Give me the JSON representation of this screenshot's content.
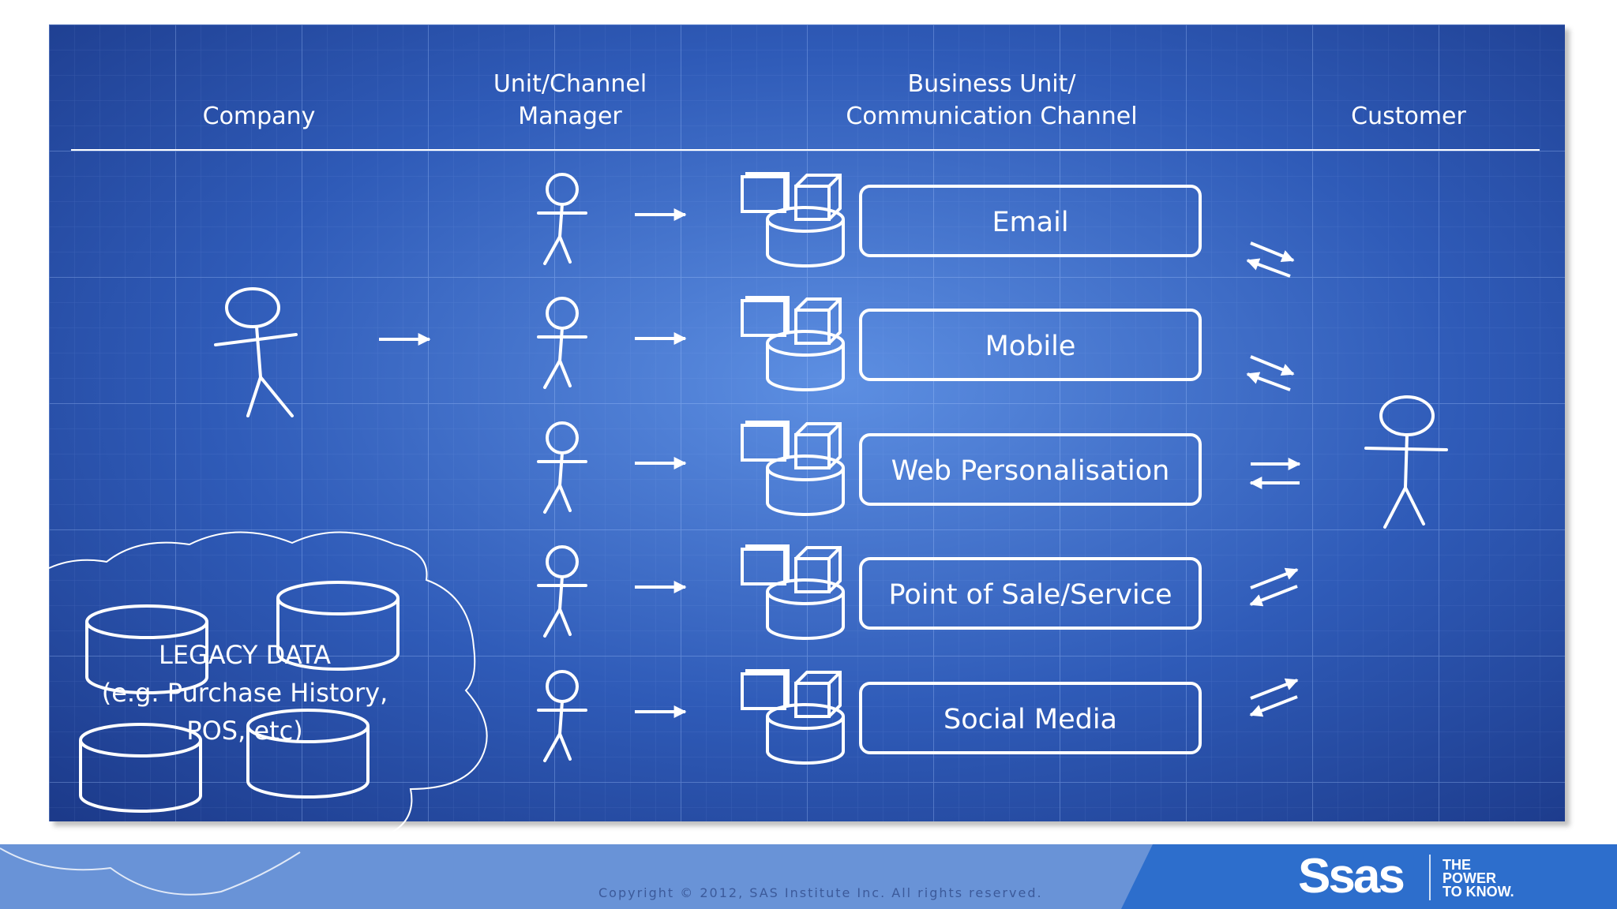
{
  "columns": {
    "company": "Company",
    "manager_line1": "Unit/Channel",
    "manager_line2": "Manager",
    "channel_line1": "Business Unit/",
    "channel_line2": "Communication Channel",
    "customer": "Customer"
  },
  "channels": [
    {
      "label": "Email"
    },
    {
      "label": "Mobile"
    },
    {
      "label": "Web Personalisation"
    },
    {
      "label": "Point of Sale/Service"
    },
    {
      "label": "Social Media"
    }
  ],
  "legacy": {
    "line1": "LEGACY DATA",
    "line2": "(e.g. Purchase History,",
    "line3": "POS, etc)"
  },
  "footer": {
    "copyright": "Copyright © 2012, SAS Institute Inc. All rights reserved.",
    "logo": "Ssas",
    "tagline1": "THE",
    "tagline2": "POWER",
    "tagline3": "TO KNOW."
  },
  "colors": {
    "blueprint_dark": "#1f3f8f",
    "blueprint_light": "#5a8de0",
    "footer_blue": "#3a73d0",
    "line_white": "#ffffff"
  }
}
